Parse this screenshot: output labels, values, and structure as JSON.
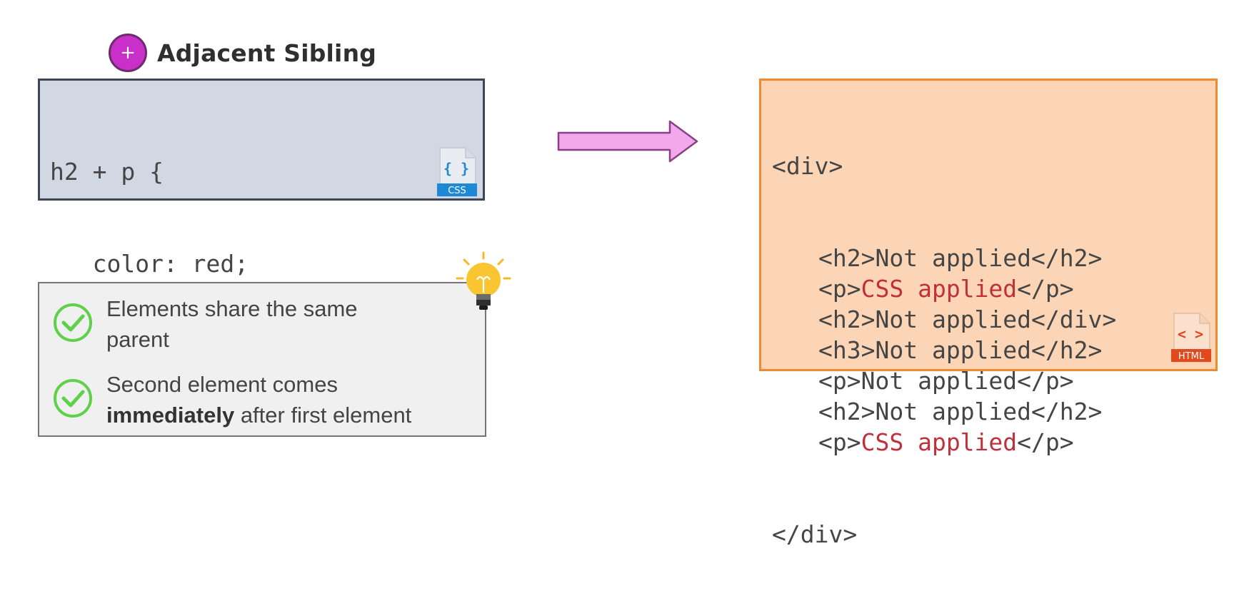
{
  "header": {
    "badge_symbol": "+",
    "title": "Adjacent Sibling"
  },
  "css_box": {
    "lines": [
      "h2 + p {",
      "   color: red;",
      "}"
    ],
    "file_label": "CSS",
    "file_glyph": "{ }"
  },
  "notes": {
    "item1": {
      "text": "Elements share the same parent"
    },
    "item2": {
      "bold": "immediately",
      "lead": "Second element comes",
      "rest": " after first element"
    }
  },
  "html_box": {
    "open": "<div>",
    "close": "</div>",
    "file_label": "HTML",
    "file_glyph": "< >",
    "lines": [
      {
        "pre": "<h2>",
        "text": "Not applied",
        "post": "</h2>",
        "highlight": false
      },
      {
        "pre": "<p>",
        "text": "CSS applied",
        "post": "</p>",
        "highlight": true
      },
      {
        "pre": "<h2>",
        "text": "Not applied",
        "post": "</div>",
        "highlight": false
      },
      {
        "pre": "<h3>",
        "text": "Not applied",
        "post": "</h2>",
        "highlight": false
      },
      {
        "pre": "<p>",
        "text": "Not applied",
        "post": "</p>",
        "highlight": false
      },
      {
        "pre": "<h2>",
        "text": "Not applied",
        "post": "</h2>",
        "highlight": false
      },
      {
        "pre": "<p>",
        "text": "CSS applied",
        "post": "</p>",
        "highlight": true
      }
    ]
  },
  "icons": {
    "badge": "plus-icon",
    "css_file": "css-file-icon",
    "html_file": "html-file-icon",
    "arrow": "arrow-right-icon",
    "check": "check-circle-icon",
    "bulb": "lightbulb-icon"
  },
  "colors": {
    "badge": "#c92fc9",
    "css_box_bg": "#d2d8e3",
    "html_box_bg": "#fbd5b5",
    "html_box_border": "#f08a2e",
    "highlight_text": "#c0303a",
    "check": "#5fd04a",
    "arrow": "#f2a9ec"
  }
}
